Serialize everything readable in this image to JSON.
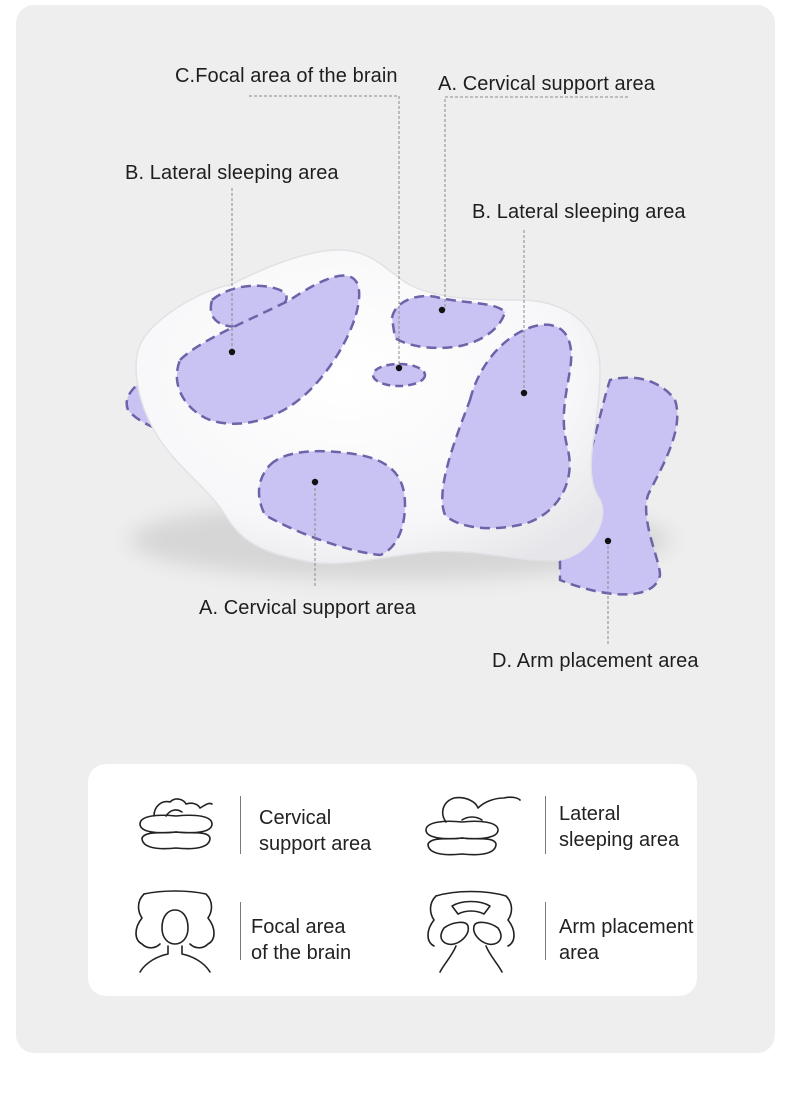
{
  "callouts": {
    "focal_brain": "C.Focal area of the brain",
    "cervical_top": "A. Cervical support area",
    "lateral_left": "B. Lateral sleeping area",
    "lateral_right": "B. Lateral sleeping area",
    "cervical_bottom": "A. Cervical support area",
    "arm": "D. Arm placement area"
  },
  "legend": [
    {
      "icon": "cervical-support-icon",
      "lines": [
        "Cervical",
        "support area"
      ]
    },
    {
      "icon": "lateral-sleeping-icon",
      "lines": [
        "Lateral",
        "sleeping area"
      ]
    },
    {
      "icon": "focal-brain-icon",
      "lines": [
        "Focal area",
        "of the brain"
      ]
    },
    {
      "icon": "arm-placement-icon",
      "lines": [
        "Arm placement",
        "area"
      ]
    }
  ],
  "colors": {
    "card_bg": "#eeeeee",
    "zone_fill": "#c9c3f3",
    "zone_stroke": "#6c63a8",
    "pillow": "#ffffff"
  }
}
